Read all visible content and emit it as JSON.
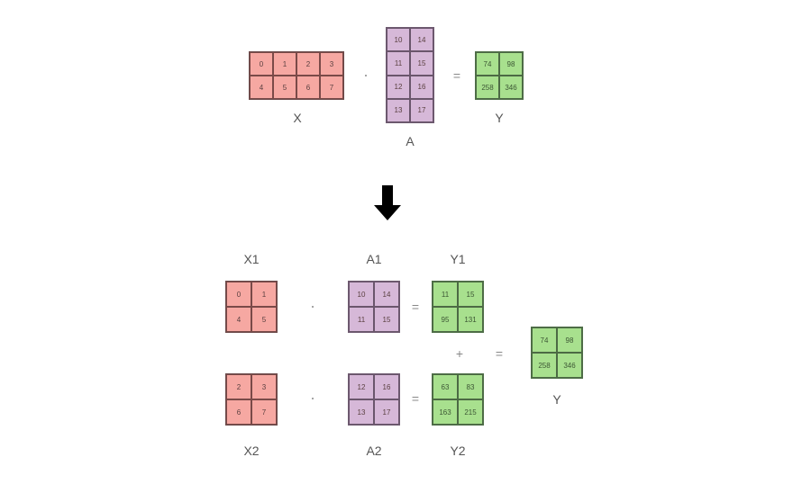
{
  "top": {
    "X": {
      "label": "X",
      "rows": [
        [
          "0",
          "1",
          "2",
          "3"
        ],
        [
          "4",
          "5",
          "6",
          "7"
        ]
      ]
    },
    "A": {
      "label": "A",
      "rows": [
        [
          "10",
          "14"
        ],
        [
          "11",
          "15"
        ],
        [
          "12",
          "16"
        ],
        [
          "13",
          "17"
        ]
      ]
    },
    "Y": {
      "label": "Y",
      "rows": [
        [
          "74",
          "98"
        ],
        [
          "258",
          "346"
        ]
      ]
    },
    "equals": "="
  },
  "arrow": {
    "icon": "arrow-down-icon"
  },
  "bottom": {
    "X1": {
      "label": "X1",
      "rows": [
        [
          "0",
          "1"
        ],
        [
          "4",
          "5"
        ]
      ]
    },
    "A1": {
      "label": "A1",
      "rows": [
        [
          "10",
          "14"
        ],
        [
          "11",
          "15"
        ]
      ]
    },
    "Y1": {
      "label": "Y1",
      "rows": [
        [
          "11",
          "15"
        ],
        [
          "95",
          "131"
        ]
      ]
    },
    "X2": {
      "label": "X2",
      "rows": [
        [
          "2",
          "3"
        ],
        [
          "6",
          "7"
        ]
      ]
    },
    "A2": {
      "label": "A2",
      "rows": [
        [
          "12",
          "16"
        ],
        [
          "13",
          "17"
        ]
      ]
    },
    "Y2": {
      "label": "Y2",
      "rows": [
        [
          "63",
          "83"
        ],
        [
          "163",
          "215"
        ]
      ]
    },
    "Y": {
      "label": "Y",
      "rows": [
        [
          "74",
          "98"
        ],
        [
          "258",
          "346"
        ]
      ]
    },
    "equals": "=",
    "plus": "+"
  },
  "colors": {
    "x_fill": "#f6a8a2",
    "a_fill": "#d6b8d8",
    "y_fill": "#a8e08e",
    "arrow": "#000000"
  }
}
